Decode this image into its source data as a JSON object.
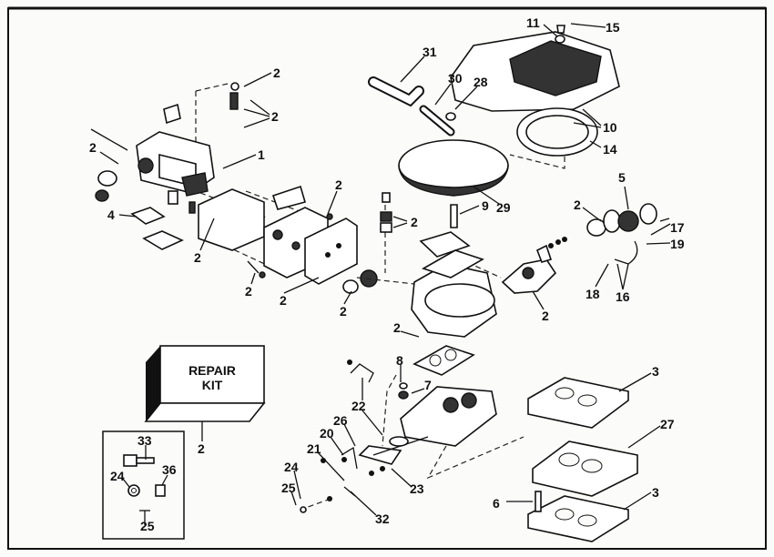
{
  "repair_kit": {
    "line1": "REPAIR",
    "line2": "KIT"
  },
  "callouts": [
    "2",
    "2",
    "2",
    "1",
    "4",
    "2",
    "2",
    "2",
    "2",
    "2",
    "2",
    "9",
    "29",
    "31",
    "30",
    "28",
    "11",
    "15",
    "10",
    "14",
    "5",
    "2",
    "17",
    "19",
    "18",
    "16",
    "2",
    "2",
    "8",
    "7",
    "3",
    "27",
    "3",
    "6",
    "22",
    "26",
    "20",
    "21",
    "24",
    "25",
    "23",
    "32",
    "2",
    "33",
    "24",
    "36",
    "25"
  ]
}
